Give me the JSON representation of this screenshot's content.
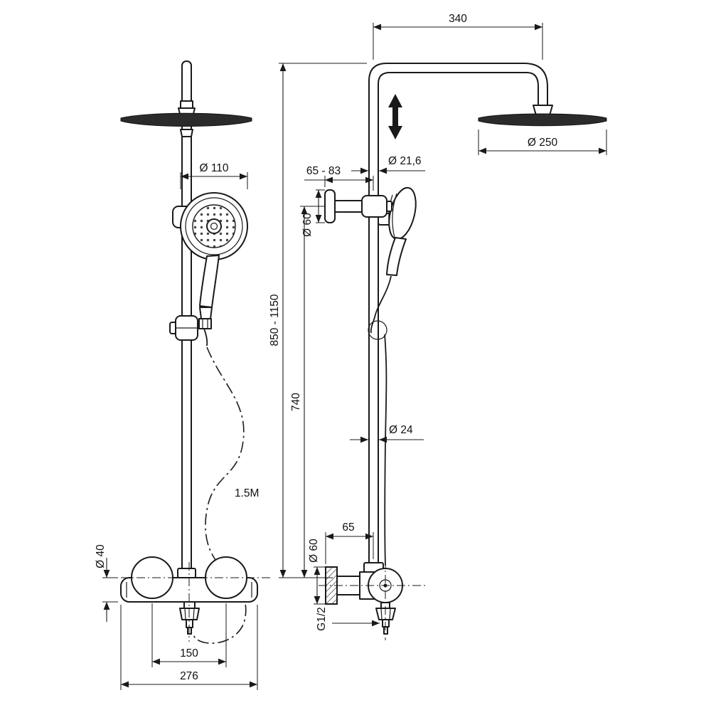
{
  "colors": {
    "line": "#1a1a1a",
    "background": "#ffffff",
    "dark_fill": "#2b2b2b"
  },
  "labels": {
    "arm_projection": "340",
    "overhead_diameter": "Ø 250",
    "riser_diameter_top": "Ø 21,6",
    "handshower_diameter": "Ø 110",
    "wall_to_riser_offset": "65 - 83",
    "bracket_flange_diameter": "Ø 60",
    "overall_height_range": "850 - 1150",
    "bracket_height": "740",
    "riser_diameter": "Ø 24",
    "hose_length": "1.5M",
    "valve_body_diameter": "Ø 40",
    "valve_wall_offset": "65",
    "valve_flange_diameter": "Ø 60",
    "outlet_thread": "G1/2",
    "inlet_spacing": "150",
    "valve_width": "276"
  }
}
